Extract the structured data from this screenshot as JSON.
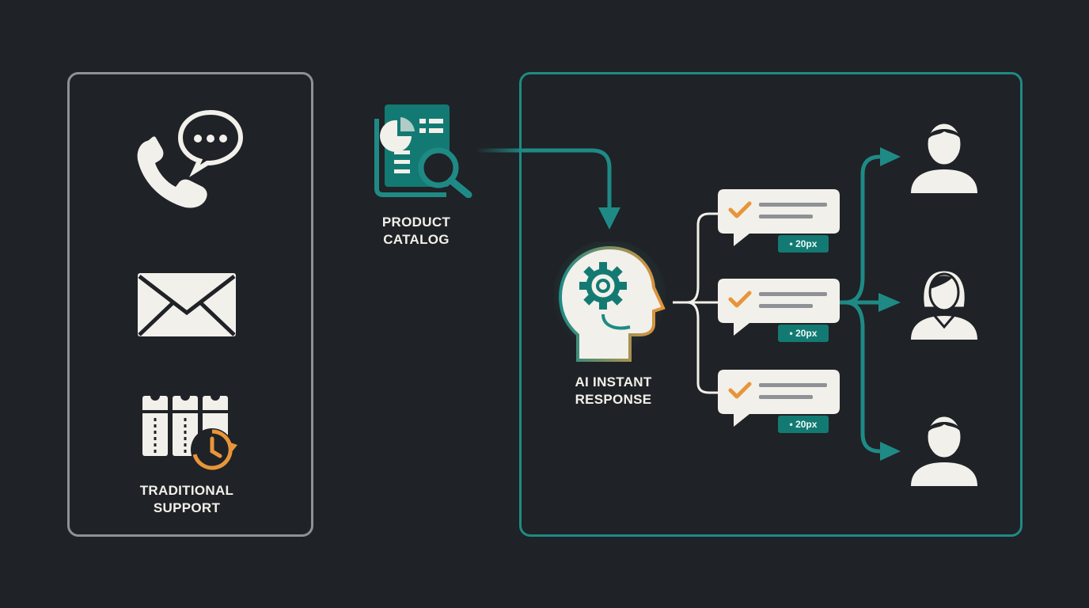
{
  "labels": {
    "traditional_line1": "TRADITIONAL",
    "traditional_line2": "SUPPORT",
    "catalog_line1": "PRODUCT",
    "catalog_line2": "CATALOG",
    "ai_line1": "AI INSTANT",
    "ai_line2": "RESPONSE"
  },
  "response_cards": [
    {
      "badge": "• 20px"
    },
    {
      "badge": "• 20px"
    },
    {
      "badge": "• 20px"
    }
  ],
  "icons": {
    "traditional_channels": [
      "phone-chat-icon",
      "envelope-icon",
      "tickets-clock-icon"
    ],
    "source": "catalog-search-icon",
    "processor": "ai-head-gear-icon",
    "recipients": [
      "user-male-icon",
      "user-female-icon",
      "user-male-icon"
    ]
  },
  "colors": {
    "background": "#1f2226",
    "teal": "#1f8a85",
    "orange": "#e8953a",
    "cream": "#f2f0ea",
    "gray_border": "#8e9196"
  }
}
